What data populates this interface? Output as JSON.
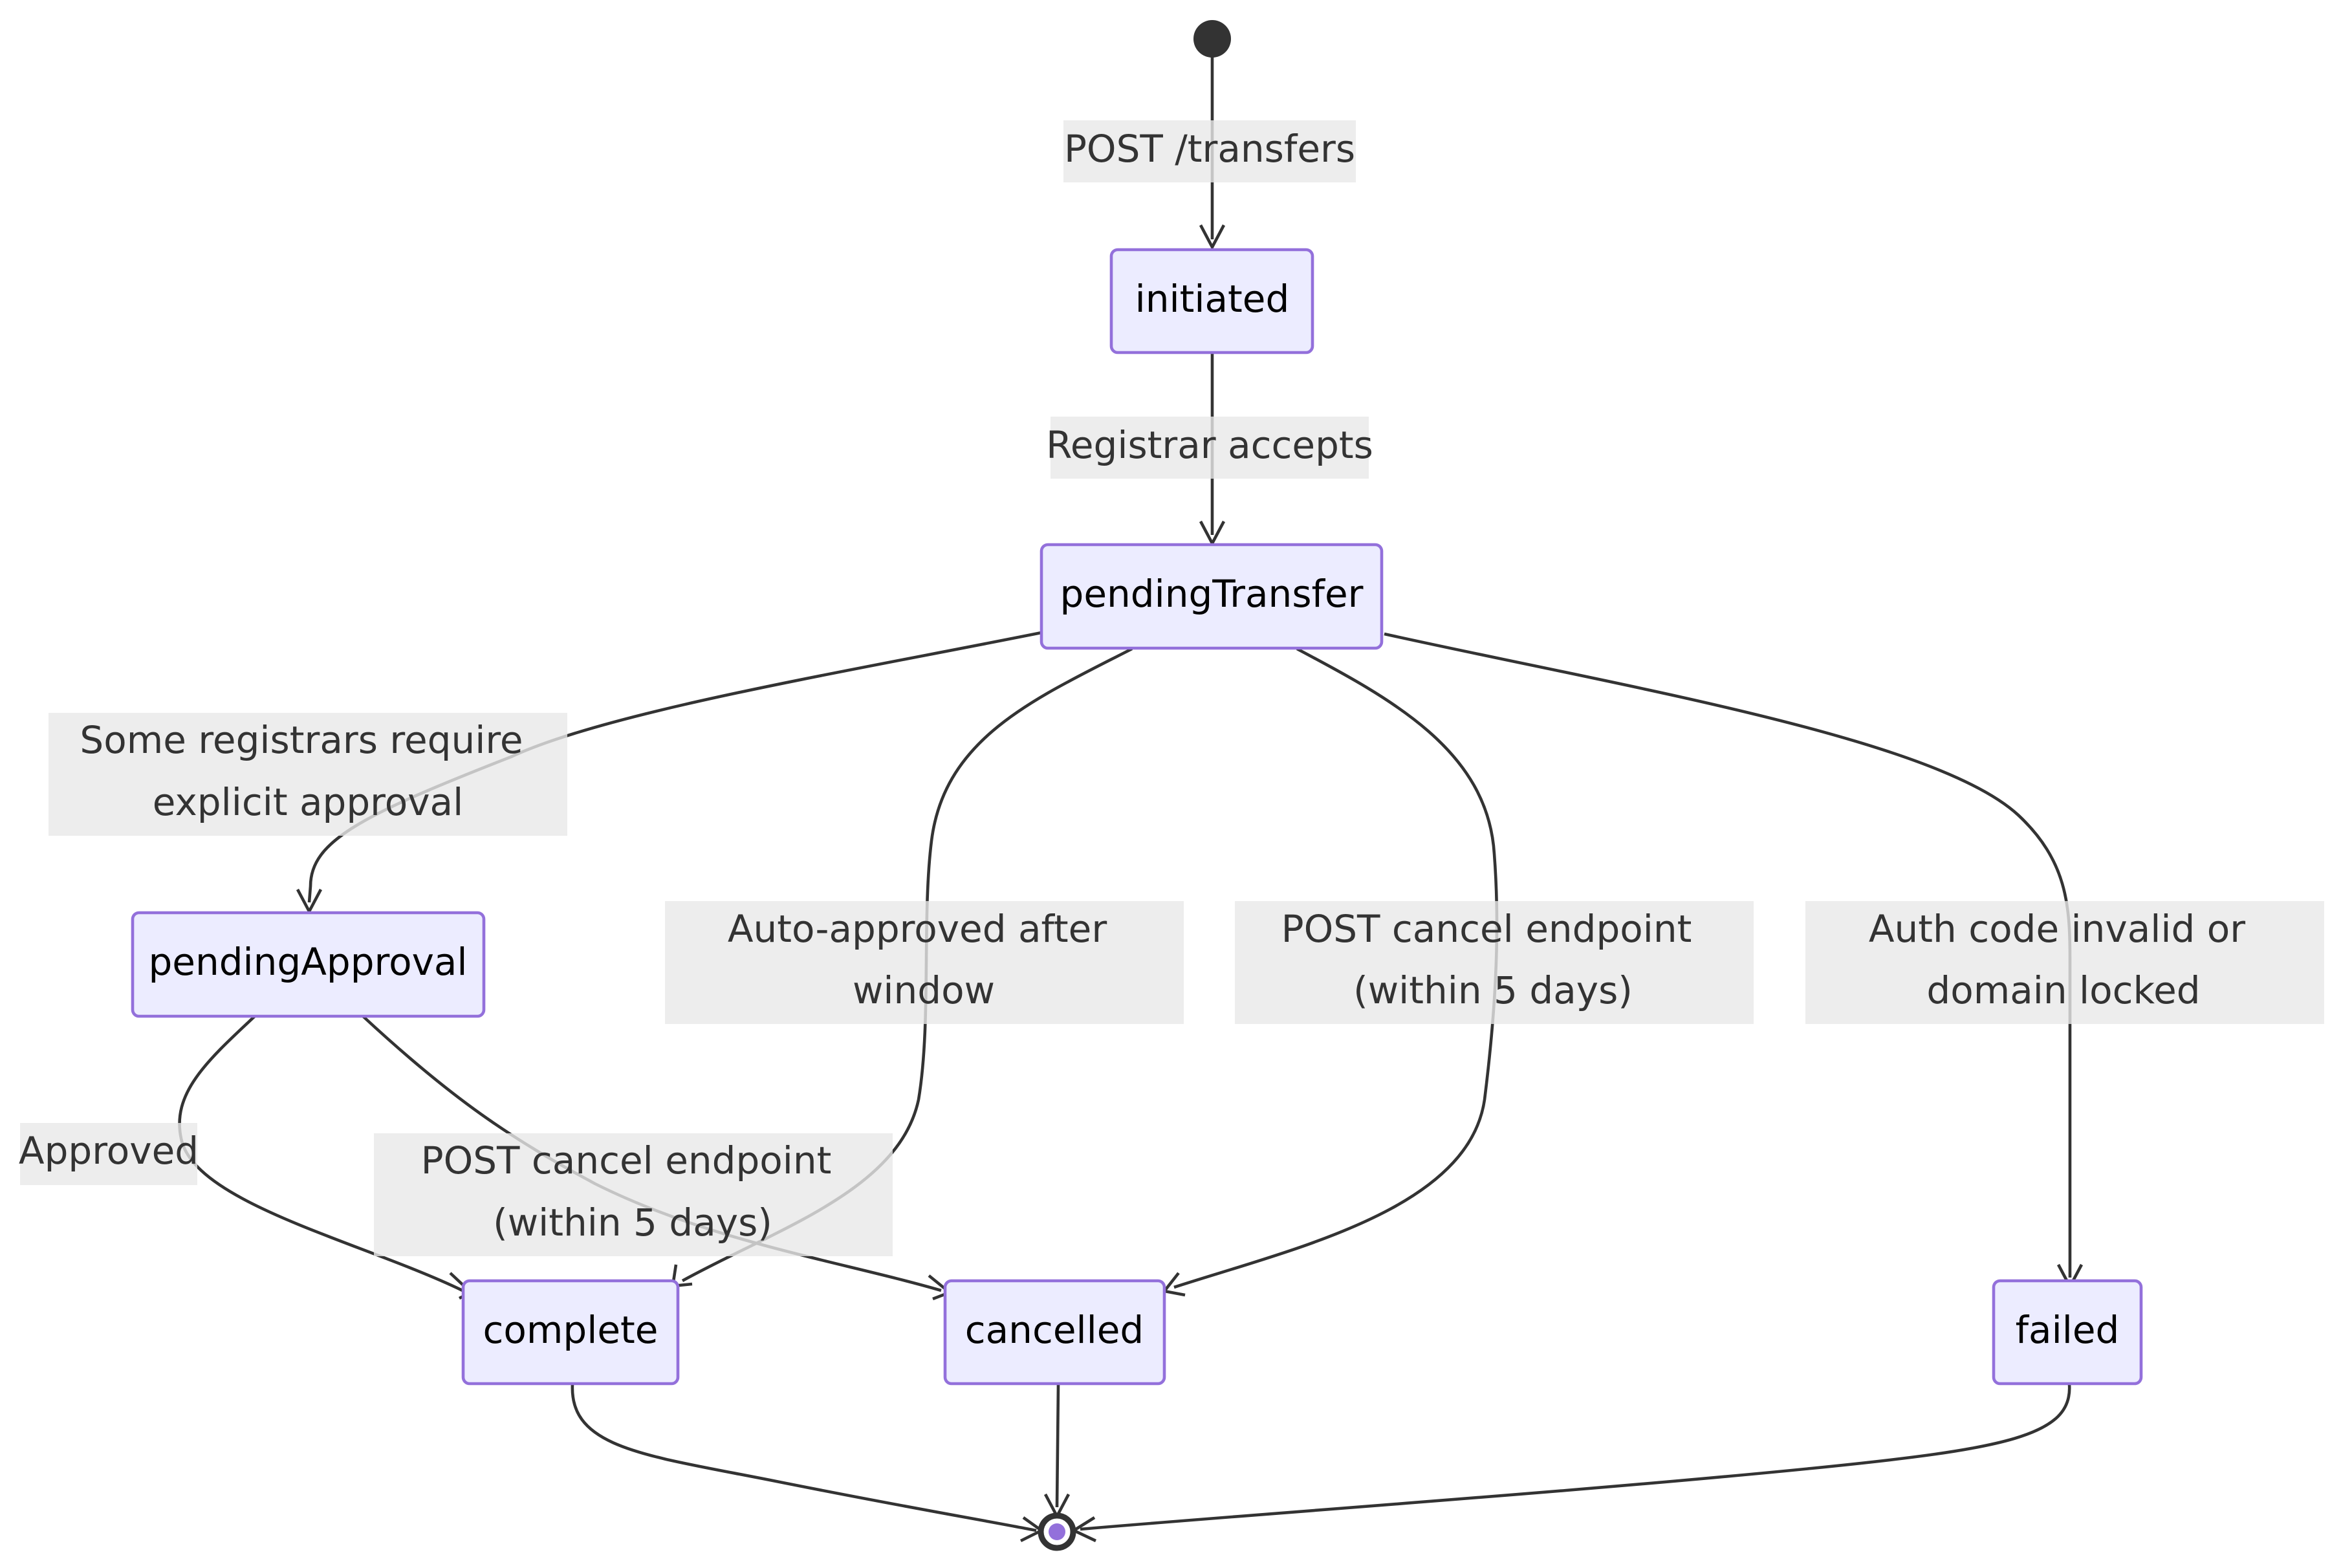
{
  "diagram": {
    "type": "state",
    "states": [
      {
        "id": "initiated",
        "label": "initiated"
      },
      {
        "id": "pendingTransfer",
        "label": "pendingTransfer"
      },
      {
        "id": "pendingApproval",
        "label": "pendingApproval"
      },
      {
        "id": "complete",
        "label": "complete"
      },
      {
        "id": "cancelled",
        "label": "cancelled"
      },
      {
        "id": "failed",
        "label": "failed"
      }
    ],
    "transitions": [
      {
        "id": "t-start-initiated",
        "from": "start",
        "to": "initiated",
        "label": [
          "POST /transfers"
        ]
      },
      {
        "id": "t-initiated-pendingtransfer",
        "from": "initiated",
        "to": "pendingTransfer",
        "label": [
          "Registrar accepts"
        ]
      },
      {
        "id": "t-pendingtransfer-pendingapproval",
        "from": "pendingTransfer",
        "to": "pendingApproval",
        "label": [
          "Some registrars require",
          "explicit approval"
        ]
      },
      {
        "id": "t-pendingtransfer-complete",
        "from": "pendingTransfer",
        "to": "complete",
        "label": [
          "Auto-approved after",
          "window"
        ]
      },
      {
        "id": "t-pendingtransfer-cancelled",
        "from": "pendingTransfer",
        "to": "cancelled",
        "label": [
          "POST cancel endpoint",
          "(within 5 days)"
        ]
      },
      {
        "id": "t-pendingtransfer-failed",
        "from": "pendingTransfer",
        "to": "failed",
        "label": [
          "Auth code invalid or",
          "domain locked"
        ]
      },
      {
        "id": "t-pendingapproval-complete",
        "from": "pendingApproval",
        "to": "complete",
        "label": [
          "Approved"
        ]
      },
      {
        "id": "t-pendingapproval-cancelled",
        "from": "pendingApproval",
        "to": "cancelled",
        "label": [
          "POST cancel endpoint",
          "(within 5 days)"
        ]
      },
      {
        "id": "t-complete-end",
        "from": "complete",
        "to": "end",
        "label": []
      },
      {
        "id": "t-cancelled-end",
        "from": "cancelled",
        "to": "end",
        "label": []
      },
      {
        "id": "t-failed-end",
        "from": "failed",
        "to": "end",
        "label": []
      }
    ]
  },
  "colors": {
    "node_fill": "#ececff",
    "node_stroke": "#9370db",
    "edge": "#333333",
    "label_bg": "#e8e8e8",
    "end_inner": "#9370db"
  }
}
